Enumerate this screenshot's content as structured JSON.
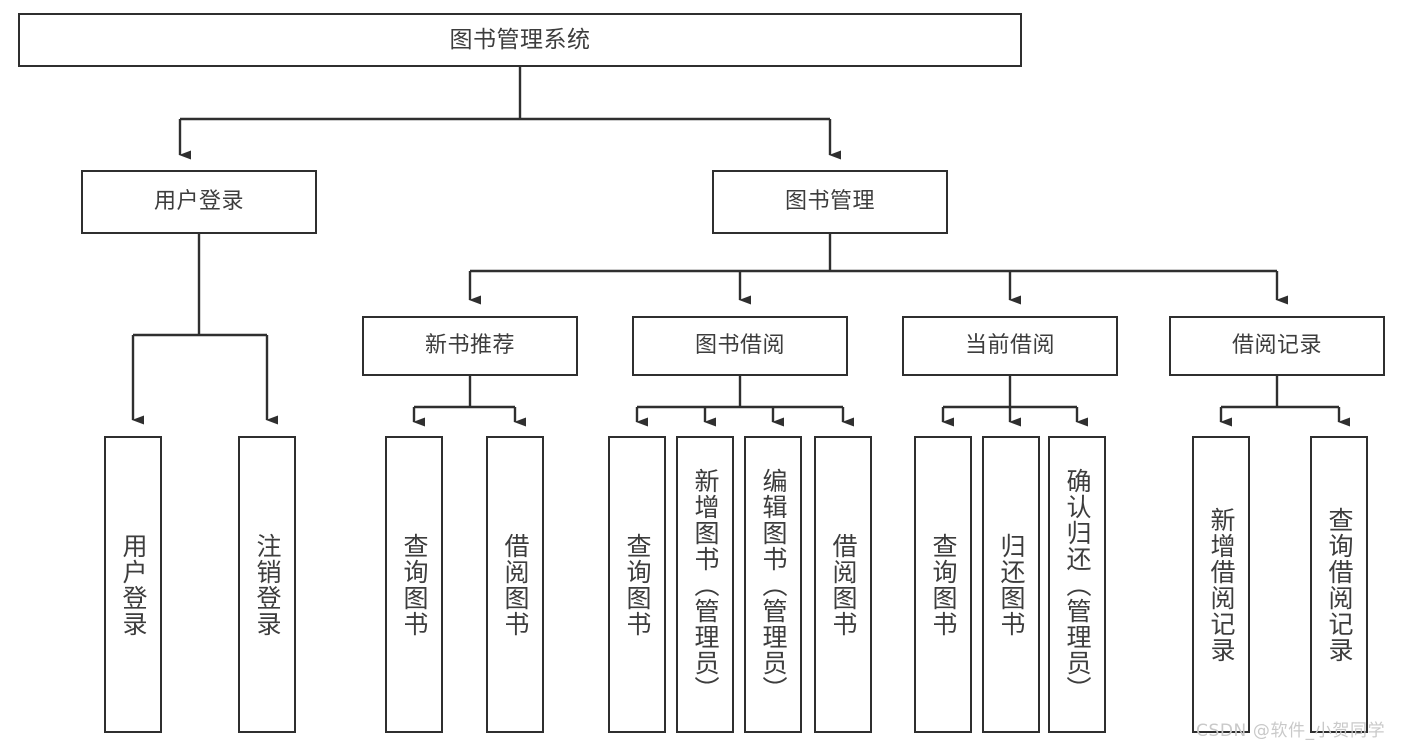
{
  "diagram": {
    "type": "hierarchy-tree",
    "title": "图书管理系统",
    "orientation": "top-down",
    "colors": {
      "box_border": "#2f2f2f",
      "box_fill": "#ffffff",
      "edge": "#2f2f2f",
      "text": "#3d3d3d",
      "watermark": "#c9c9c9"
    },
    "root": {
      "label": "图书管理系统"
    },
    "level2": [
      {
        "label": "用户登录"
      },
      {
        "label": "图书管理"
      }
    ],
    "level3": [
      {
        "label": "新书推荐"
      },
      {
        "label": "图书借阅"
      },
      {
        "label": "当前借阅"
      },
      {
        "label": "借阅记录"
      }
    ],
    "leaves": {
      "user_login": [
        {
          "label": "用户登录"
        },
        {
          "label": "注销登录"
        }
      ],
      "new_book_recommend": [
        {
          "label": "查询图书"
        },
        {
          "label": "借阅图书"
        }
      ],
      "book_borrow": [
        {
          "label": "查询图书"
        },
        {
          "label": "新增图书（管理员）"
        },
        {
          "label": "编辑图书（管理员）"
        },
        {
          "label": "借阅图书"
        }
      ],
      "current_borrow": [
        {
          "label": "查询图书"
        },
        {
          "label": "归还图书"
        },
        {
          "label": "确认归还（管理员）"
        }
      ],
      "borrow_record": [
        {
          "label": "新增借阅记录"
        },
        {
          "label": "查询借阅记录"
        }
      ]
    }
  },
  "watermark": {
    "text": "CSDN @软件_小贺同学"
  }
}
